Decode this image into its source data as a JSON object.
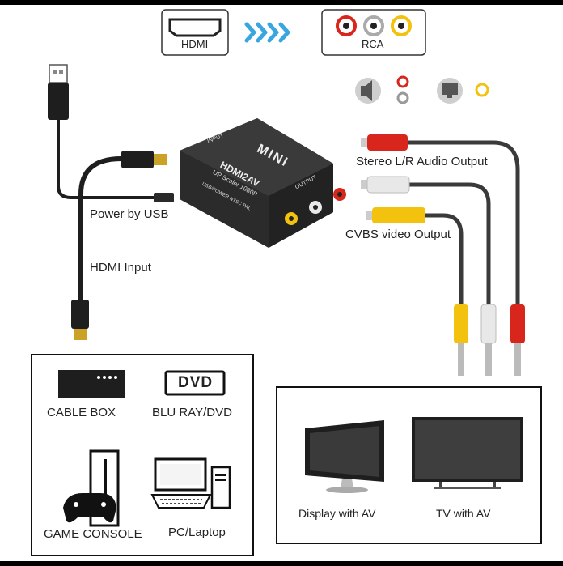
{
  "header": {
    "hdmi_label": "HDMI",
    "rca_label": "RCA"
  },
  "labels": {
    "power_by_usb": "Power by USB",
    "hdmi_input": "HDMI Input",
    "stereo_output": "Stereo L/R Audio Output",
    "cvbs_output": "CVBS video Output"
  },
  "device": {
    "brand": "MINI",
    "model": "HDMI2AV",
    "subtitle": "UP Scaler 1080P",
    "input_label": "INPUT",
    "output_label": "OUTPUT",
    "port_label": "USB/POWER NTSC PAL"
  },
  "sources": {
    "cable_box": "CABLE BOX",
    "dvd_logo": "DVD",
    "blu_ray": "BLU RAY/DVD",
    "game_console": "GAME CONSOLE",
    "pc_laptop": "PC/Laptop"
  },
  "displays": {
    "display_av": "Display with  AV",
    "tv_av": "TV with AV"
  },
  "colors": {
    "audio_right": "#d9261c",
    "audio_left": "#e8e8e8",
    "video": "#f2c20f",
    "arrow": "#3aa6e0",
    "device_body": "#2b2b2b"
  }
}
